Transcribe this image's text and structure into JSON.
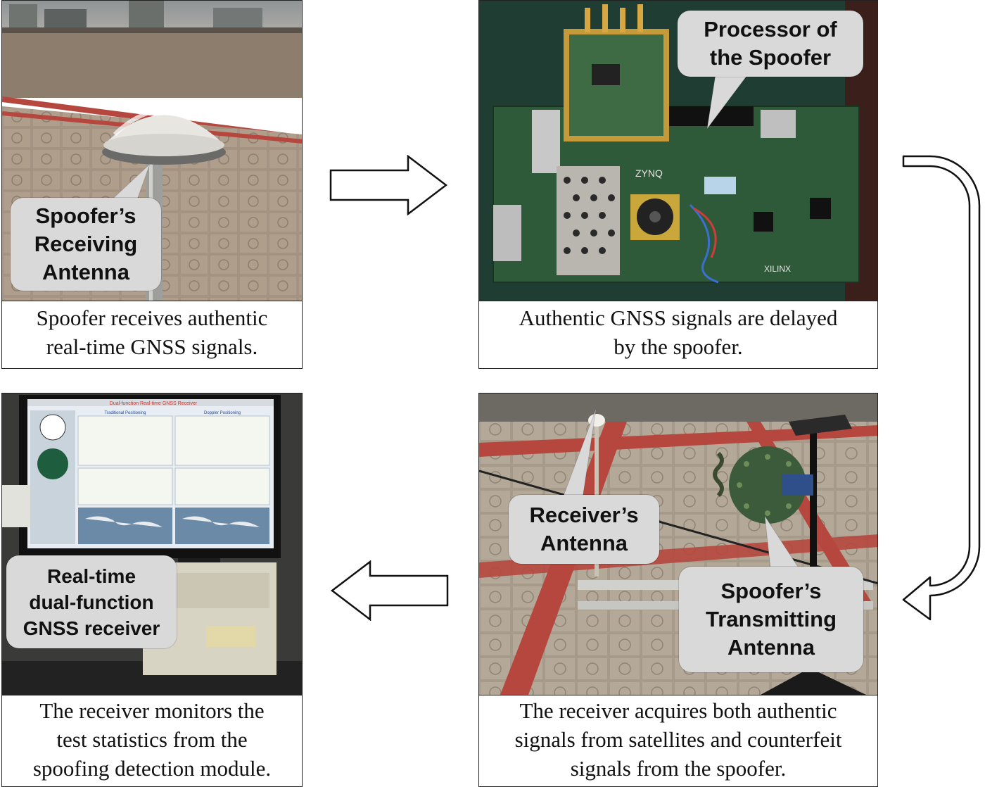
{
  "panels": {
    "top_left": {
      "callout": "Spoofer’s\nReceiving\nAntenna",
      "caption": "Spoofer receives authentic\nreal-time GNSS signals."
    },
    "top_right": {
      "callout": "Processor of\nthe Spoofer",
      "caption": "Authentic GNSS signals are delayed\nby the spoofer.",
      "board_labels": {
        "chip": "ZYNQ",
        "brand": "XILINX"
      }
    },
    "bottom_right": {
      "callout_receiver": "Receiver’s\nAntenna",
      "callout_transmitter": "Spoofer’s\nTransmitting\nAntenna",
      "caption": "The receiver acquires both authentic\nsignals from satellites and counterfeit\nsignals from the spoofer."
    },
    "bottom_left": {
      "callout": "Real-time\ndual-function\nGNSS receiver",
      "caption": "The receiver monitors the\ntest statistics from the\nspoofing detection module.",
      "screen": {
        "title": "Dual-function Real-time GNSS Receiver",
        "left_label": "Traditional Positioning",
        "right_label": "Doppler Positioning"
      }
    }
  },
  "colors": {
    "bubble_fill": "#d9d9d9",
    "board_green": "#2f5a3a",
    "floor_tile": "#a89a8a",
    "floor_stripe": "#b5473e"
  }
}
